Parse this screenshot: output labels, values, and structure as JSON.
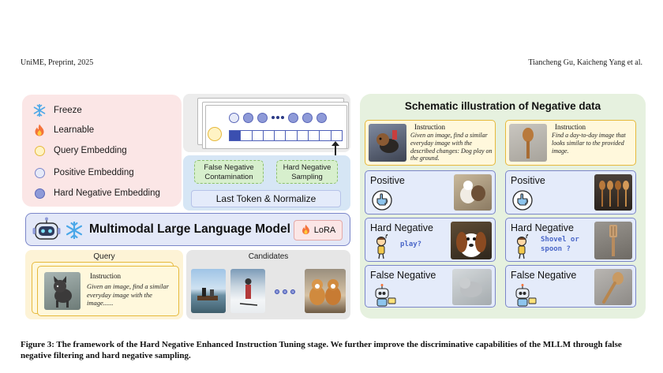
{
  "header": {
    "left": "UniME, Preprint, 2025",
    "right": "Tiancheng Gu, Kaicheng Yang et al."
  },
  "legend": {
    "items": [
      {
        "icon": "snowflake-icon",
        "label": "Freeze"
      },
      {
        "icon": "flame-icon",
        "label": "Learnable"
      },
      {
        "icon": "query-embedding-dot",
        "label": "Query Embedding"
      },
      {
        "icon": "positive-embedding-dot",
        "label": "Positive Embedding"
      },
      {
        "icon": "hard-negative-embedding-dot",
        "label": "Hard Negative Embedding"
      }
    ]
  },
  "pipeline": {
    "false_negative": "False Negative Contamination",
    "hard_negative": "Hard Negative Sampling",
    "last_token": "Last Token & Normalize",
    "mllm": "Multimodal Large Language Model",
    "lora": "LoRA"
  },
  "inputs": {
    "query_label": "Query",
    "candidates_label": "Candidates",
    "instruction_title": "Instruction",
    "instruction_body": "Given an image, find a similar everyday image with the image......"
  },
  "schematic": {
    "title": "Schematic illustration of Negative data",
    "left_instruction_title": "Instruction",
    "left_instruction_body": "Given an image, find a similar everyday image with the described changes: Dog play on the ground.",
    "right_instruction_title": "Instruction",
    "right_instruction_body": "Find a day-to-day image that looks similar to the provided image.",
    "positive": "Positive",
    "hard_negative": "Hard Negative",
    "false_negative": "False Negative",
    "left_question": "play?",
    "right_question_1": "Shovel or",
    "right_question_2": "spoon ?"
  },
  "caption": {
    "text": "Figure 3: The framework of the Hard Negative Enhanced Instruction Tuning stage. We further improve the discriminative capabilities of the MLLM through false negative filtering and hard negative sampling."
  },
  "colors": {
    "legend_bg": "#fbe6e6",
    "schematic_bg": "#e6f1df",
    "query_accent": "#e6b93c",
    "positive_accent": "#7b86c9"
  }
}
